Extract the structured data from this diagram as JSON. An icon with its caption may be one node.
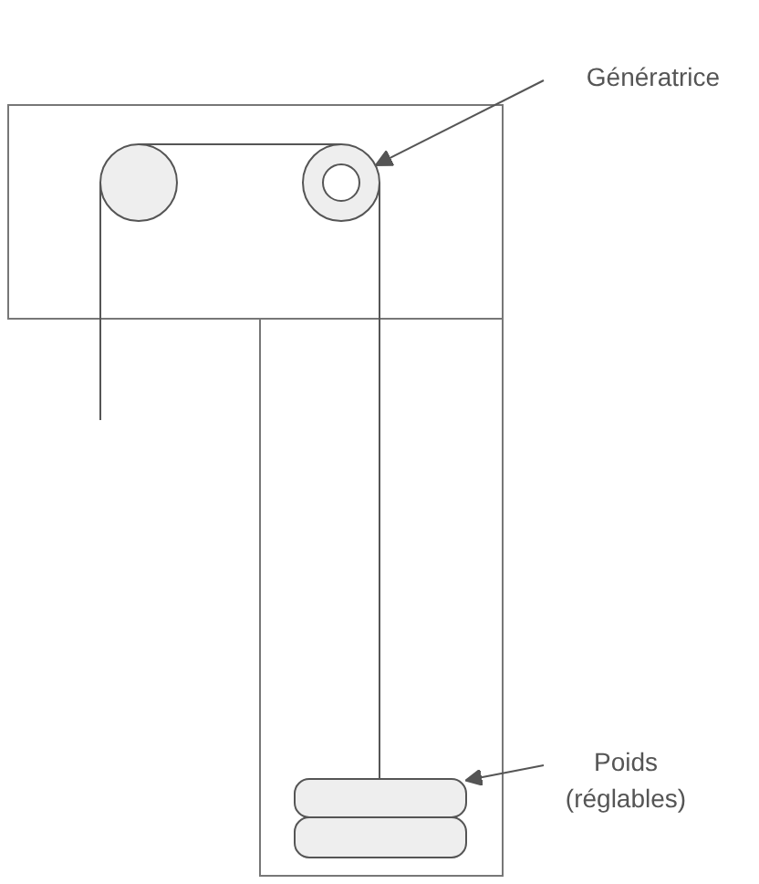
{
  "diagram": {
    "nodes": [
      {
        "text": [
          "Génératrice"
        ]
      },
      {
        "text": [
          "Poids (réglables)"
        ]
      },
      {
        "text": [],
        "shape": "circle"
      },
      {
        "text": [],
        "shape": "bar"
      },
      {
        "text": [],
        "shape": "bar"
      }
    ],
    "edges": [
      {
        "from": 0,
        "to": 2,
        "arrow": "to"
      },
      {
        "from": 1,
        "to": 3,
        "arrow": "to"
      },
      {
        "from": 2,
        "to": 3,
        "arrow": "none"
      }
    ]
  }
}
